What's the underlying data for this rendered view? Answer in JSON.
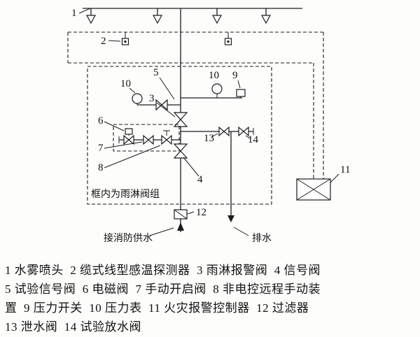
{
  "diagram": {
    "callouts": {
      "c1": "1",
      "c2": "2",
      "c3": "3",
      "c4": "4",
      "c5": "5",
      "c6": "6",
      "c7": "7",
      "c8": "8",
      "c9": "9",
      "c10_left": "10",
      "c10_right": "10",
      "c11": "11",
      "c12": "12",
      "c13": "13",
      "c14": "14"
    },
    "notes": {
      "frame_note": "框内为雨淋阀组",
      "supply_label": "接消防供水",
      "drain_label": "排水"
    }
  },
  "legend": {
    "lines": [
      "1 水雾喷头  2 缆式线型感温探测器  3 雨淋报警阀  4 信号阀",
      "5 试验信号阀  6 电磁阀  7 手动开启阀  8 非电控远程手动装",
      "置  9 压力开关  10 压力表  11 火灾报警控制器  12 过滤器",
      "13 泄水阀  14 试验放水阀"
    ]
  }
}
